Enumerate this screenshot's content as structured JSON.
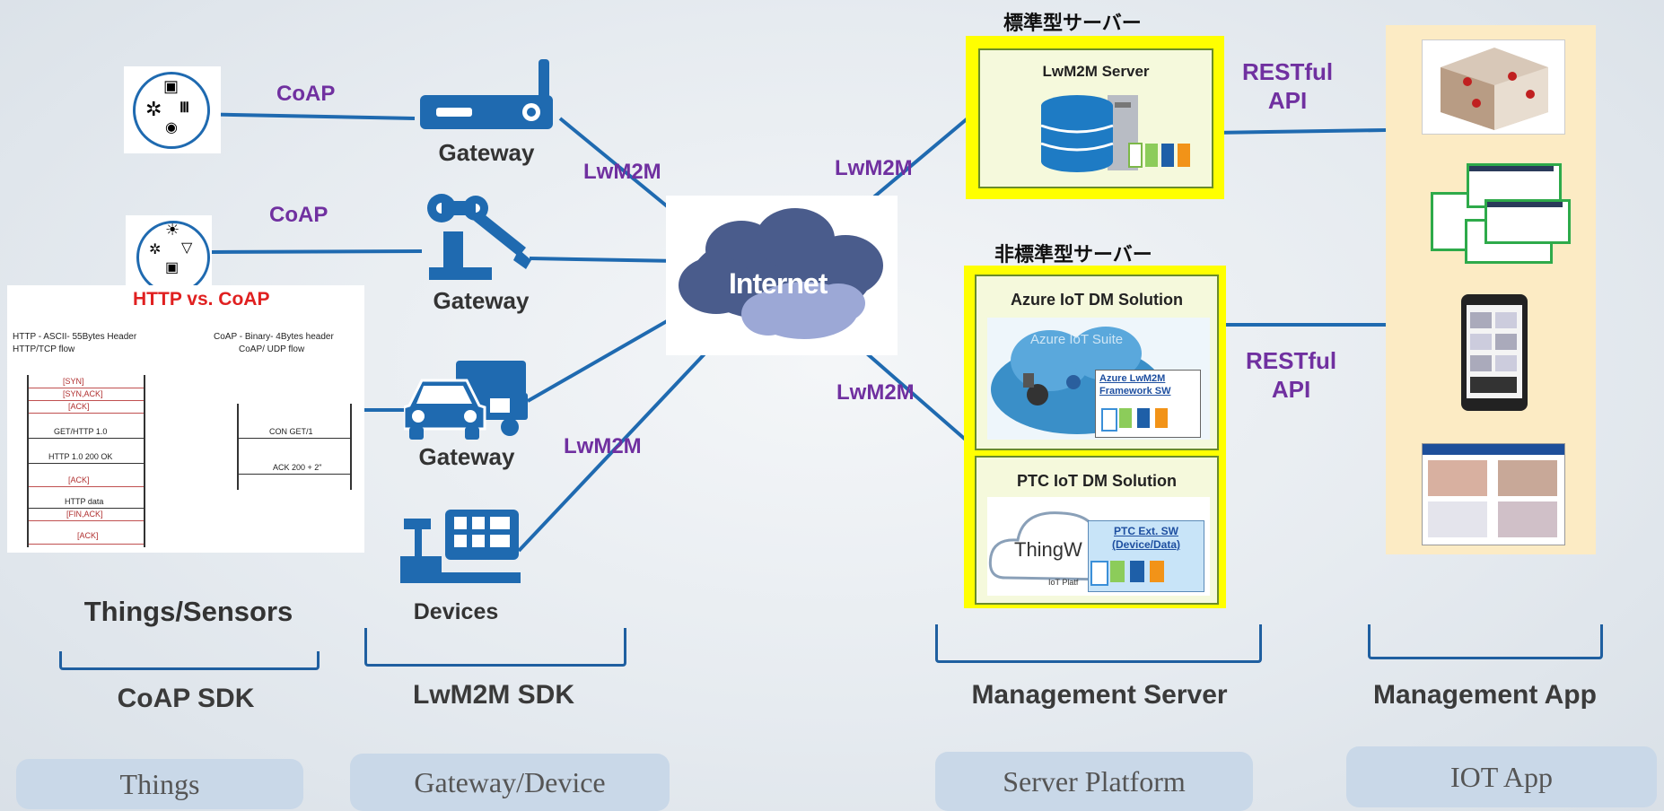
{
  "protocols": {
    "coap_1": "CoAP",
    "coap_2": "CoAP",
    "lwm2m_gw1": "LwM2M",
    "lwm2m_devices": "LwM2M",
    "lwm2m_server1": "LwM2M",
    "lwm2m_server2": "LwM2M",
    "restful_1": "RESTful\nAPI",
    "restful_2": "RESTful\nAPI"
  },
  "nodes": {
    "gateway_1": "Gateway",
    "gateway_2": "Gateway",
    "gateway_3": "Gateway",
    "devices": "Devices",
    "things_sensors": "Things/Sensors",
    "internet": "Internet"
  },
  "http_vs_coap": {
    "title": "HTTP vs. CoAP",
    "http_header": "HTTP - ASCII- 55Bytes Header",
    "http_flow": "HTTP/TCP flow",
    "coap_header": "CoAP - Binary- 4Bytes header",
    "coap_flow": "CoAP/ UDP flow",
    "http_messages": [
      "[SYN]",
      "[SYN,ACK]",
      "[ACK]",
      "GET/HTTP 1.0",
      "HTTP 1.0 200 OK",
      "[ACK]",
      "HTTP data",
      "[FIN,ACK]",
      "[ACK]"
    ],
    "coap_messages": [
      "CON GET/1",
      "ACK 200 + 2\""
    ]
  },
  "servers": {
    "standard_label": "標準型サーバー",
    "nonstandard_label": "非標準型サーバー",
    "lwm2m_server": "LwM2M Server",
    "azure": "Azure IoT DM Solution",
    "azure_suite": "Azure IoT Suite",
    "azure_sw": "Azure LwM2M\nFramework SW",
    "ptc": "PTC IoT DM Solution",
    "ptc_logo": "ThingW",
    "ptc_platform": "IoT Platf",
    "ptc_sw": "PTC Ext. SW\n(Device/Data)"
  },
  "sdks": {
    "coap": "CoAP SDK",
    "lwm2m": "LwM2M SDK",
    "mgmt_server": "Management Server",
    "mgmt_app": "Management App"
  },
  "platforms": {
    "things": "Things",
    "gateway_device": "Gateway/Device",
    "server_platform": "Server Platform",
    "iot_app": "IOT App"
  },
  "colors": {
    "line_blue": "#1f6ab0",
    "protocol_purple": "#7030a0",
    "highlight_yellow": "#ffff00",
    "app_panel": "#fcebc4",
    "platform_box": "#c9d8e8",
    "title_red": "#e02020"
  }
}
